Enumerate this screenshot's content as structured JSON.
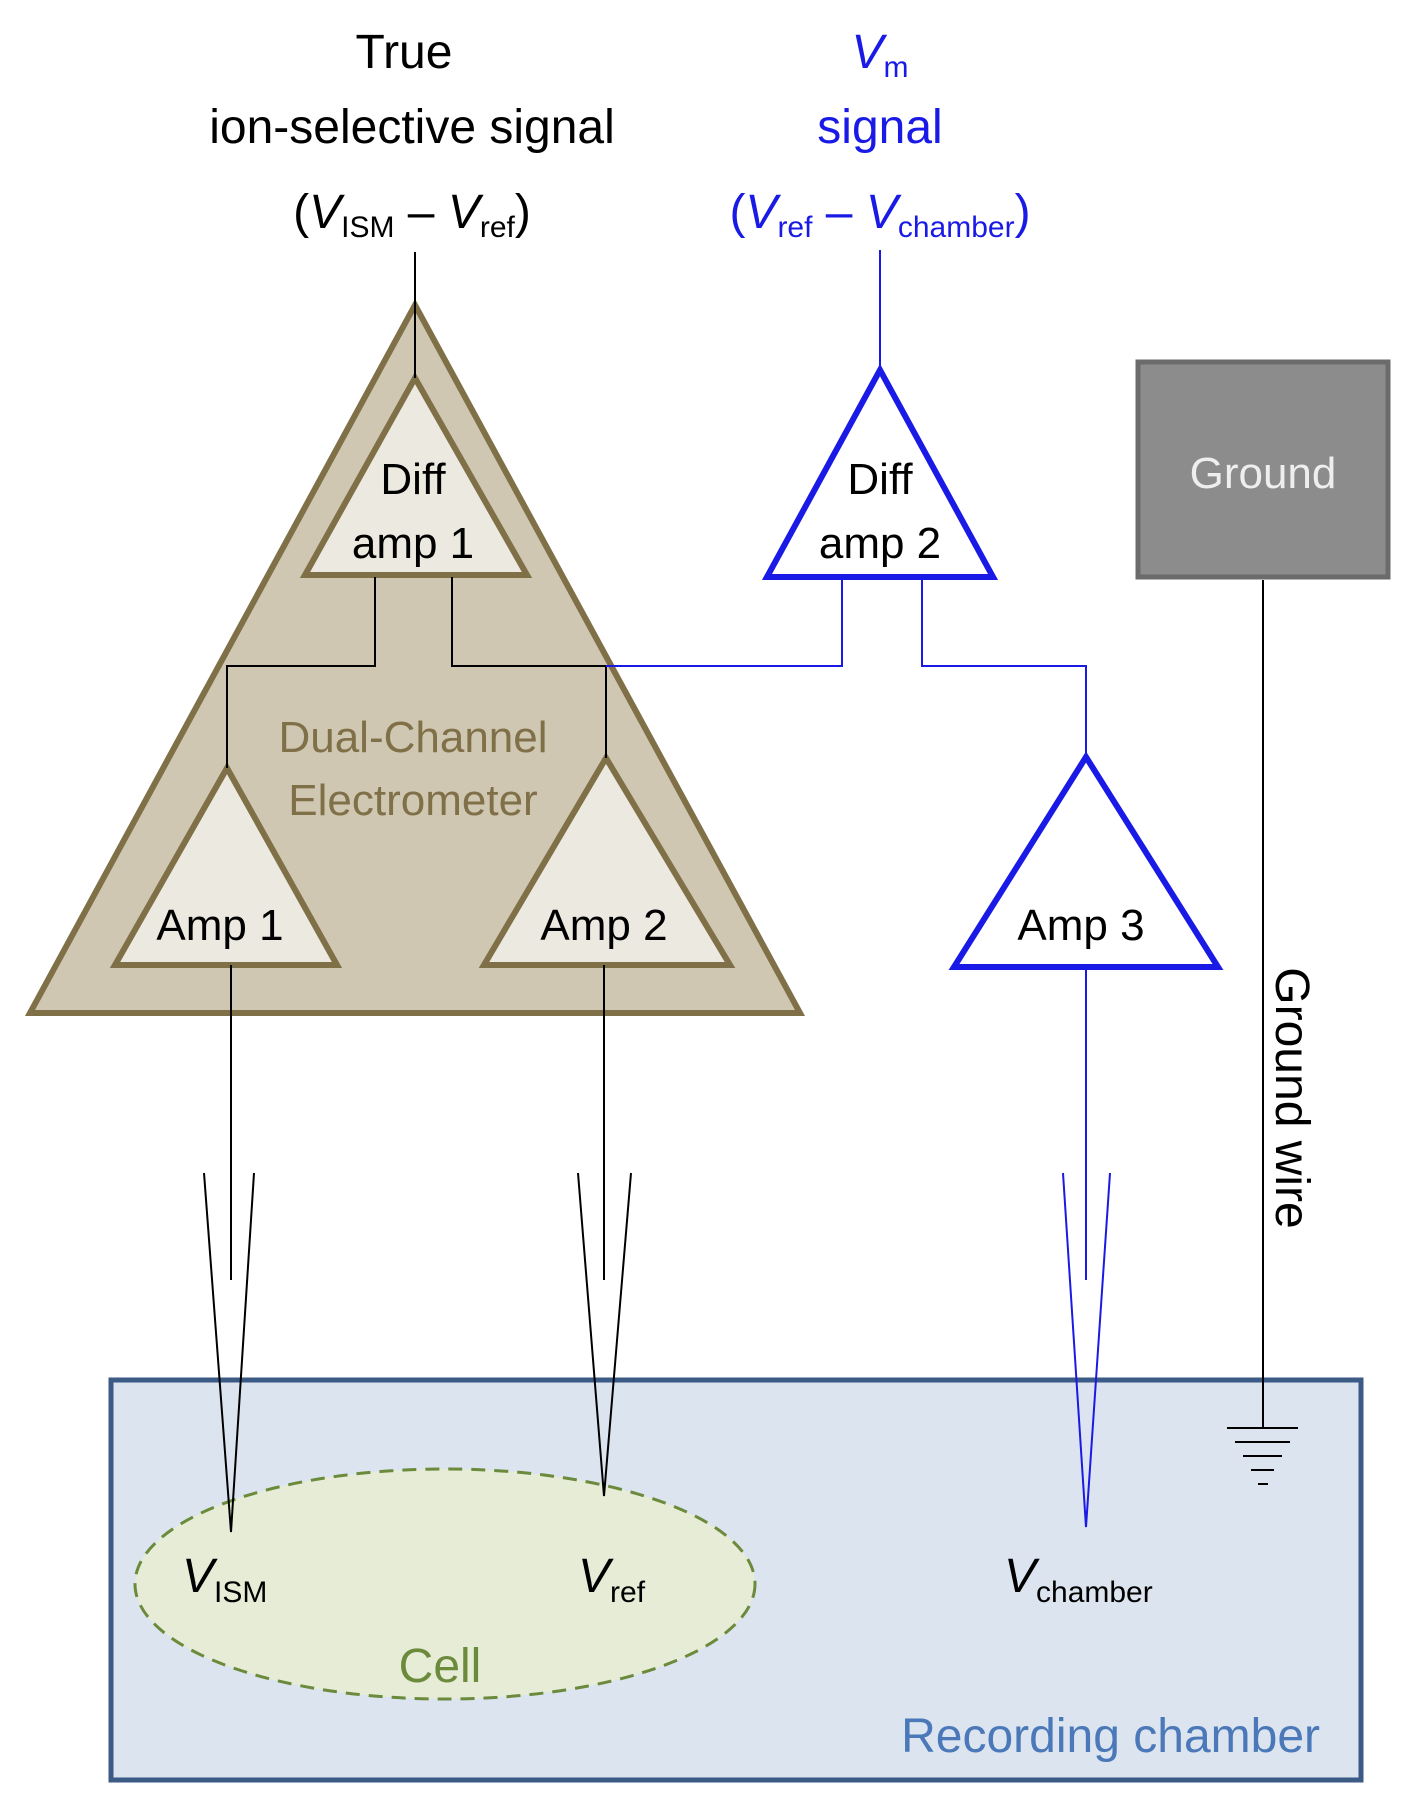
{
  "title_signal": {
    "line1": "True",
    "line2": "ion-selective signal",
    "open_paren": "(",
    "v1": "V",
    "v1_sub": "ISM",
    "minus": " – ",
    "v2": "V",
    "v2_sub": "ref",
    "close_paren": ")"
  },
  "vm_signal": {
    "v": "V",
    "v_sub": "m",
    "line2": "signal",
    "open_paren": "(",
    "v1": "V",
    "v1_sub": "ref",
    "minus": " – ",
    "v2": "V",
    "v2_sub": "chamber",
    "close_paren": ")"
  },
  "electrometer": {
    "label_line1": "Dual-Channel",
    "label_line2": "Electrometer"
  },
  "diff_amp_1": {
    "line1": "Diff",
    "line2": "amp 1"
  },
  "diff_amp_2": {
    "line1": "Diff",
    "line2": "amp 2"
  },
  "amp_1": "Amp 1",
  "amp_2": "Amp 2",
  "amp_3": "Amp 3",
  "ground_box": "Ground",
  "ground_wire": "Ground wire",
  "electrodes": {
    "ism": {
      "v": "V",
      "sub": "ISM"
    },
    "ref": {
      "v": "V",
      "sub": "ref"
    },
    "chamber": {
      "v": "V",
      "sub": "chamber"
    }
  },
  "cell_label": "Cell",
  "chamber_label": "Recording chamber",
  "colors": {
    "blue": "#1a1ae6",
    "electrometer_fill": "#cfc7b2",
    "electrometer_stroke": "#7f7048",
    "inner_amp_fill": "#ece9e0",
    "ground_box_fill": "#8c8c8c",
    "ground_box_stroke": "#6b6b6b",
    "chamber_fill": "#dce4ef",
    "chamber_stroke": "#3c5a86",
    "chamber_text": "#4a78b8",
    "cell_fill": "#e6ecd6",
    "cell_stroke": "#6b8a3c",
    "cell_text": "#6b8a3c"
  }
}
